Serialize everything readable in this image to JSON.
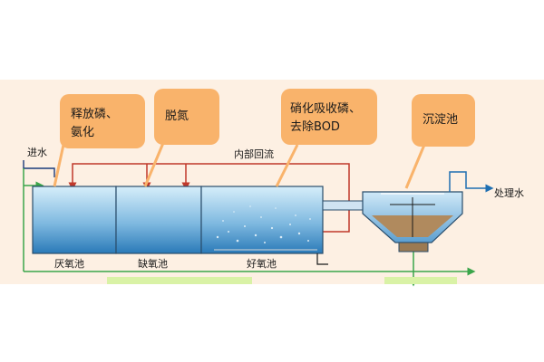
{
  "callouts": {
    "anaerobic": [
      "释放磷、",
      "氨化"
    ],
    "anoxic": [
      "脱氮"
    ],
    "aerobic": [
      "硝化吸收磷、",
      "去除BOD"
    ],
    "clarifier": [
      "沉淀池"
    ]
  },
  "flows": {
    "inlet": "进水",
    "internal_recycle": "内部回流",
    "treated_water": "处理水"
  },
  "tanks": {
    "anaerobic": "厌氧池",
    "anoxic": "缺氧池",
    "aerobic": "好氧池"
  },
  "colors": {
    "callout_fill": "#f9b36b",
    "water_top": "#cfe9f8",
    "water_bottom": "#2a7ab8",
    "internal_recycle_line": "#c0392b",
    "return_line": "#3aa54a",
    "sludge": "#b08a5e",
    "background": "#fdf0e3"
  }
}
